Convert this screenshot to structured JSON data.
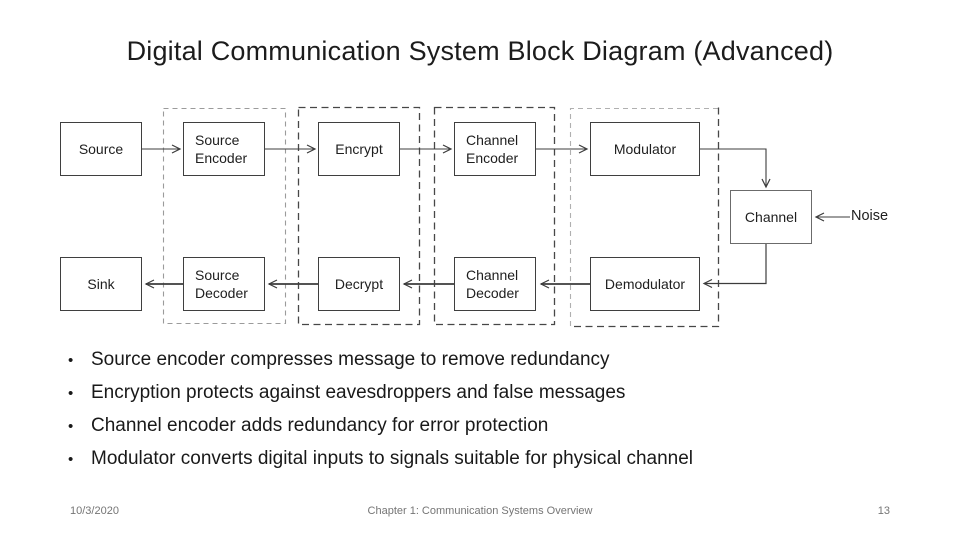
{
  "slide": {
    "title": "Digital Communication System Block Diagram (Advanced)",
    "bullet_char": "•"
  },
  "diagram": {
    "blocks": {
      "source": "Source",
      "source_encoder": "Source\nEncoder",
      "encrypt": "Encrypt",
      "channel_encoder": "Channel\nEncoder",
      "modulator": "Modulator",
      "channel": "Channel",
      "noise": "Noise",
      "sink": "Sink",
      "source_decoder": "Source\nDecoder",
      "decrypt": "Decrypt",
      "channel_decoder": "Channel\nDecoder",
      "demodulator": "Demodulator"
    },
    "line_color": "#3c3c3c",
    "dash_gray": "#9b9b9b",
    "dash_dark": "#474747"
  },
  "bullets": [
    "Source encoder compresses message to remove redundancy",
    "Encryption protects against eavesdroppers and false messages",
    "Channel encoder adds redundancy for error protection",
    "Modulator converts digital inputs to signals suitable for physical channel"
  ],
  "footer": {
    "date": "10/3/2020",
    "title": "Chapter 1: Communication Systems Overview",
    "page": "13"
  }
}
